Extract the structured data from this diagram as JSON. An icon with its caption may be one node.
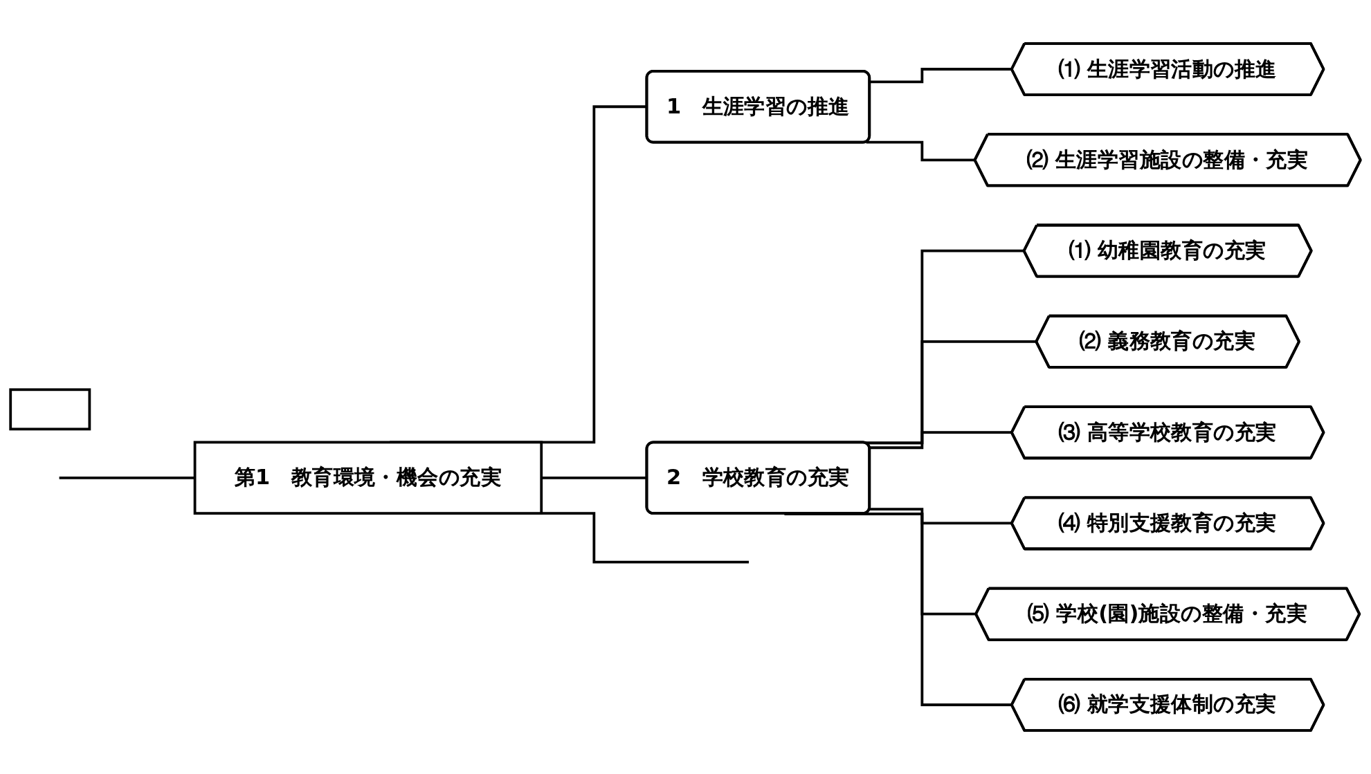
{
  "diagram": {
    "nodes": [
      {
        "text": [],
        "shape": "box"
      },
      {
        "text": [
          "第1　教育環境・機会の充実"
        ]
      },
      {
        "text": [
          "1　生涯学習の推進"
        ]
      },
      {
        "text": [
          "⑴ 生涯学習活動の推進"
        ]
      },
      {
        "text": [
          "⑵ 生涯学習施設の整備・充実"
        ]
      },
      {
        "text": [
          "2　学校教育の充実"
        ]
      },
      {
        "text": [
          "⑴ 幼稚園教育の充実"
        ]
      },
      {
        "text": [
          "⑵ 義務教育の充実"
        ]
      },
      {
        "text": [
          "⑶ 高等学校教育の充実"
        ]
      },
      {
        "text": [
          "⑷ 特別支援教育の充実"
        ]
      },
      {
        "text": [
          "⑸ 学校(園)施設の整備・充実"
        ]
      },
      {
        "text": [
          "⑹ 就学支援体制の充実"
        ]
      }
    ],
    "edges": [
      {
        "from": null,
        "to": 1,
        "arrow": "none"
      },
      {
        "from": 1,
        "to": 2,
        "arrow": "none"
      },
      {
        "from": 1,
        "to": 5,
        "arrow": "none"
      },
      {
        "from": 1,
        "to": null,
        "arrow": "none"
      },
      {
        "from": 2,
        "to": 3,
        "arrow": "none"
      },
      {
        "from": 2,
        "to": 4,
        "arrow": "none"
      },
      {
        "from": 5,
        "to": 6,
        "arrow": "none"
      },
      {
        "from": 5,
        "to": 7,
        "arrow": "none"
      },
      {
        "from": 5,
        "to": 8,
        "arrow": "none"
      },
      {
        "from": 5,
        "to": 9,
        "arrow": "none"
      },
      {
        "from": 5,
        "to": 10,
        "arrow": "none"
      },
      {
        "from": 5,
        "to": 11,
        "arrow": "none"
      }
    ]
  }
}
